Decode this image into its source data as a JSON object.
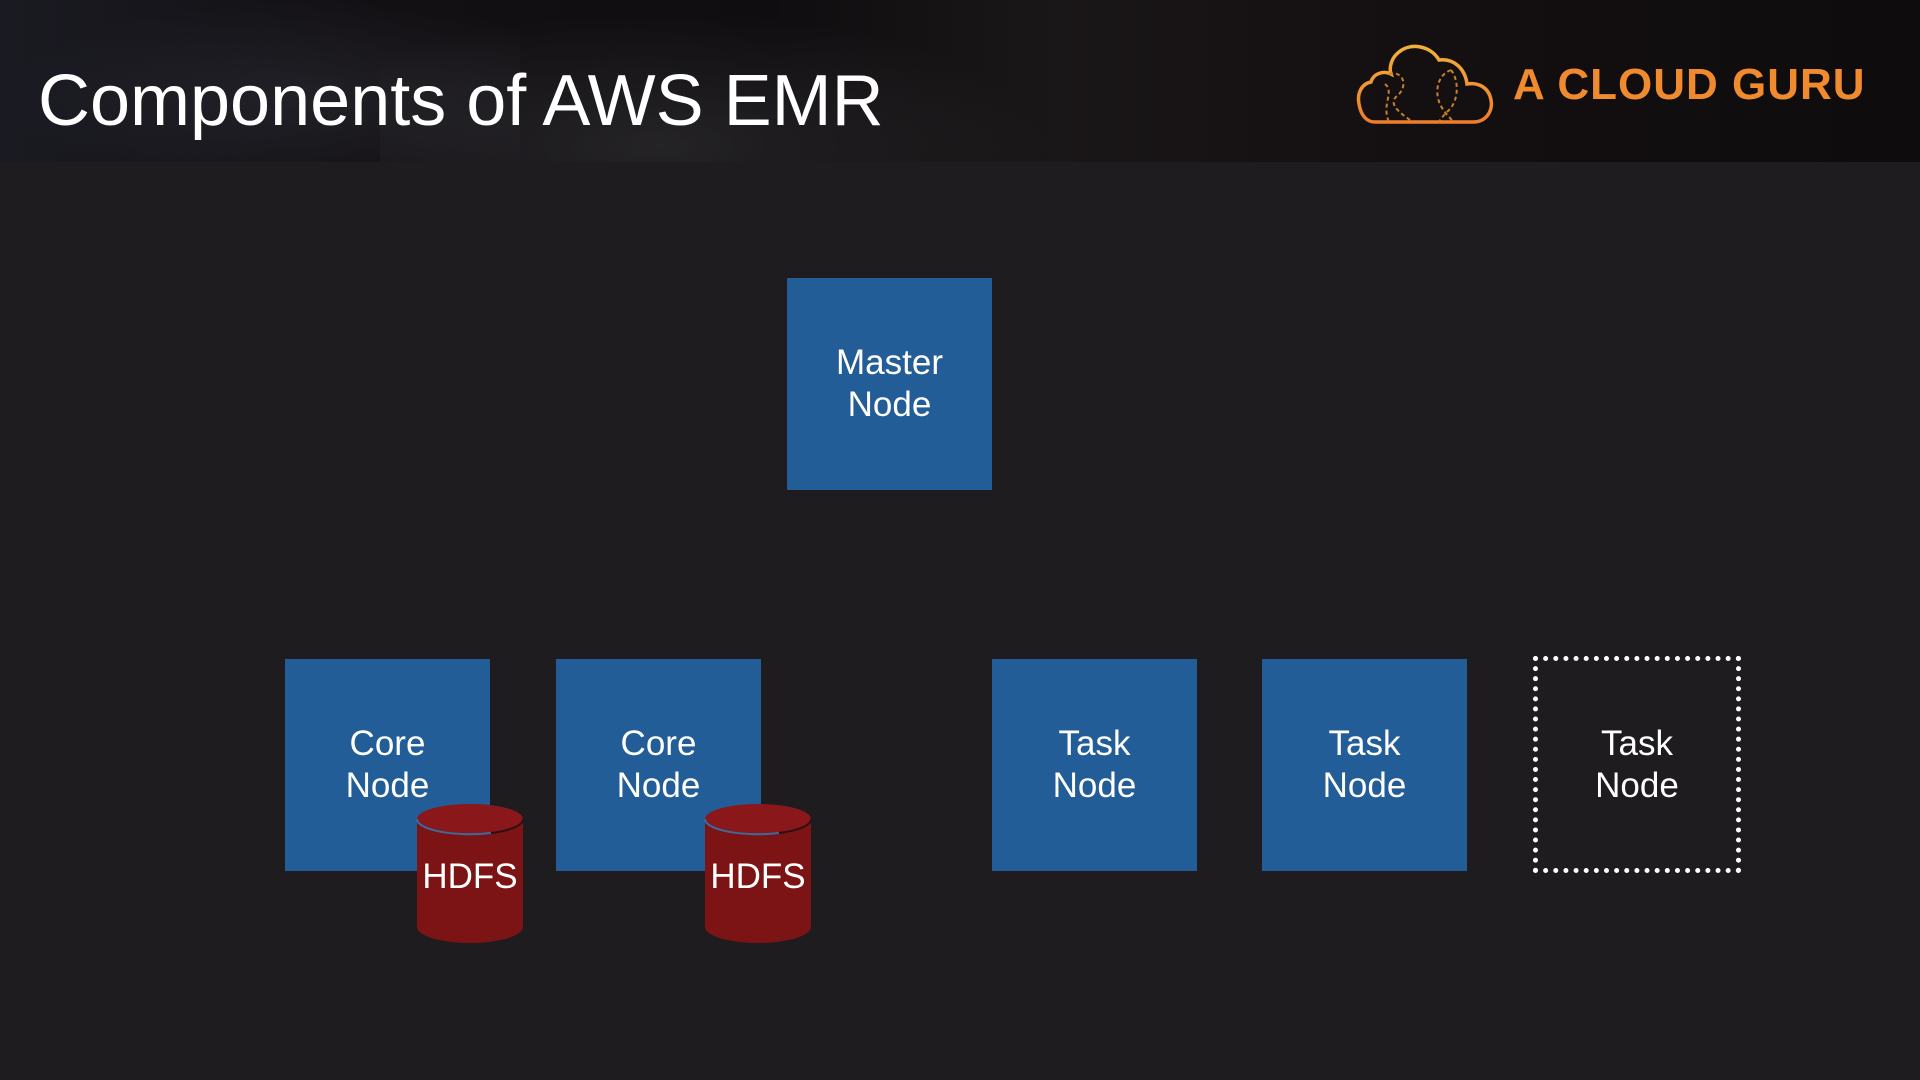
{
  "slide": {
    "title": "Components of AWS EMR",
    "brand": {
      "name": "A CLOUD GURU",
      "icon": "cloud-logo-icon",
      "color": "#f08a2e"
    }
  },
  "colors": {
    "node_fill": "#235d97",
    "hdfs_fill": "#7c1416",
    "background": "#1e1c1f"
  },
  "diagram": {
    "master": {
      "line1": "Master",
      "line2": "Node"
    },
    "core_nodes": [
      {
        "line1": "Core",
        "line2": "Node",
        "storage": "HDFS"
      },
      {
        "line1": "Core",
        "line2": "Node",
        "storage": "HDFS"
      }
    ],
    "task_nodes": [
      {
        "line1": "Task",
        "line2": "Node",
        "style": "solid"
      },
      {
        "line1": "Task",
        "line2": "Node",
        "style": "solid"
      },
      {
        "line1": "Task",
        "line2": "Node",
        "style": "dashed"
      }
    ]
  }
}
